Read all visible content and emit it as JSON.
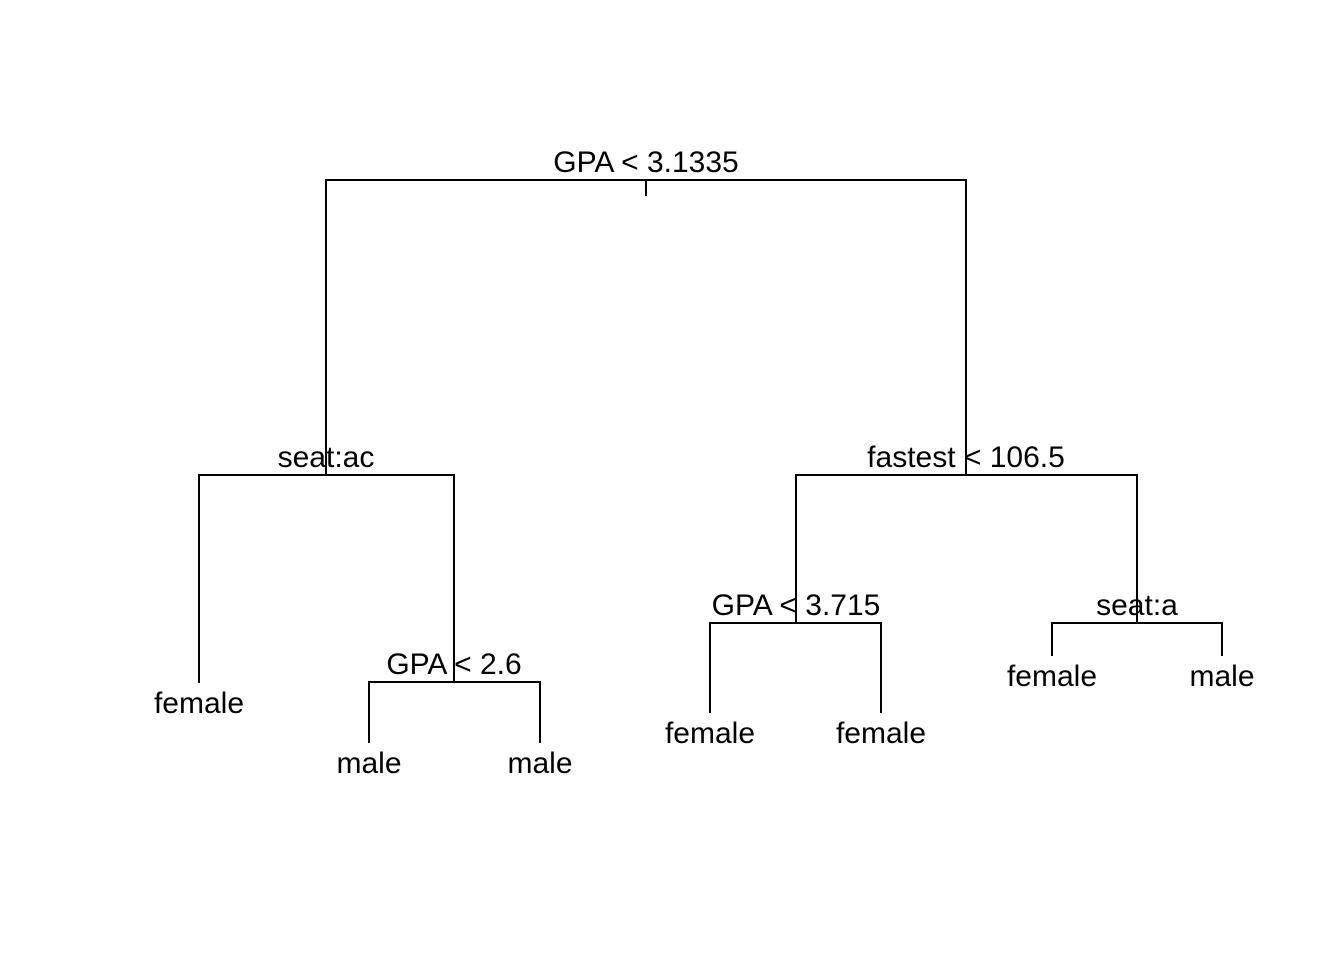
{
  "tree": {
    "root": {
      "split": "GPA < 3.1335",
      "left": {
        "split": "seat:ac",
        "left": {
          "leaf": "female"
        },
        "right": {
          "split": "GPA < 2.6",
          "left": {
            "leaf": "male"
          },
          "right": {
            "leaf": "male"
          }
        }
      },
      "right": {
        "split": "fastest < 106.5",
        "left": {
          "split": "GPA < 3.715",
          "left": {
            "leaf": "female"
          },
          "right": {
            "leaf": "female"
          }
        },
        "right": {
          "split": "seat:a",
          "left": {
            "leaf": "female"
          },
          "right": {
            "leaf": "male"
          }
        }
      }
    }
  }
}
